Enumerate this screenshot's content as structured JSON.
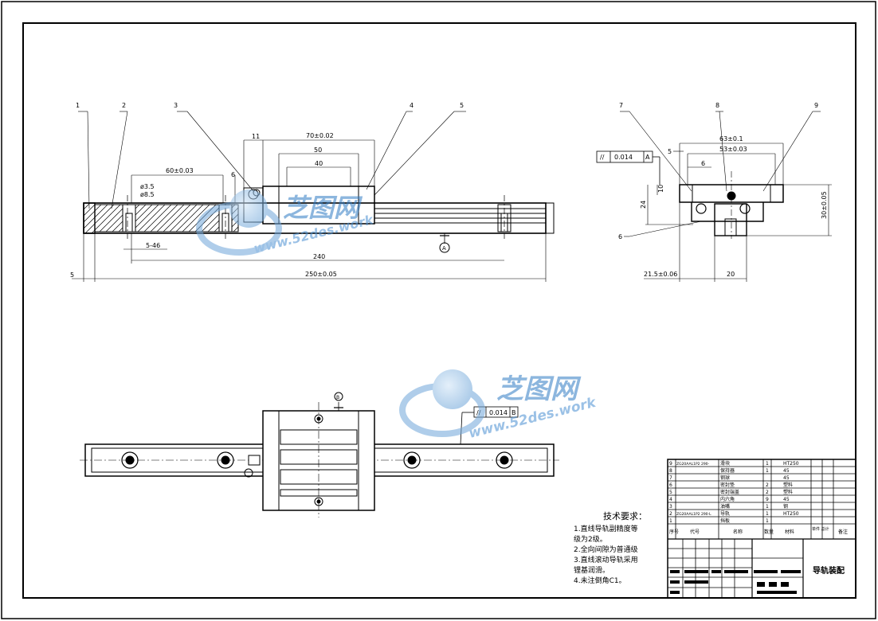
{
  "drawing": {
    "balloons": [
      "1",
      "2",
      "3",
      "4",
      "5",
      "6",
      "7",
      "8",
      "9"
    ],
    "front_view": {
      "dims": {
        "d11": "11",
        "d70": "70±0.02",
        "d50": "50",
        "d40": "40",
        "d60": "60±0.03",
        "d6": "6",
        "phi": "ø3.5",
        "phi2": "ø8.5",
        "d5_46": "5-46",
        "d240": "240",
        "d5": "5",
        "d250": "250±0.05"
      },
      "datum_a": "A"
    },
    "side_view": {
      "dims": {
        "d63": "63±0.1",
        "d53": "53±0.03",
        "d5a": "5",
        "d6a": "6",
        "d10": "10",
        "d24": "24",
        "d30": "30±0.05",
        "d21": "21.5±0.06",
        "d20": "20"
      },
      "tol_frame": {
        "sym": "//",
        "value": "0.014",
        "datum": "A"
      }
    },
    "top_view": {
      "datum_b": "B",
      "tol_frame": {
        "sym": "//",
        "value": "0.014",
        "datum": "B"
      }
    },
    "tech_req": {
      "title": "技术要求：",
      "lines": [
        "1.直线导轨副精度等",
        "级为2级。",
        "2.全向间隙为普通级",
        "3.直线滚动导轨采用",
        "锂基润滑。",
        "4.未注倒角C1。"
      ]
    },
    "bom": {
      "rows": [
        {
          "no": "9",
          "code": "ZG20AAL1P2 290-",
          "name": "滑块",
          "qty": "1",
          "mat": "HT250"
        },
        {
          "no": "8",
          "code": "",
          "name": "保持器",
          "qty": "1",
          "mat": "45"
        },
        {
          "no": "7",
          "code": "",
          "name": "钢球",
          "qty": "",
          "mat": "45"
        },
        {
          "no": "6",
          "code": "",
          "name": "密封垫",
          "qty": "2",
          "mat": "塑料"
        },
        {
          "no": "5",
          "code": "",
          "name": "密封端盖",
          "qty": "2",
          "mat": "塑料"
        },
        {
          "no": "4",
          "code": "",
          "name": "内六角",
          "qty": "9",
          "mat": "45"
        },
        {
          "no": "3",
          "code": "",
          "name": "油嘴",
          "qty": "1",
          "mat": "钢"
        },
        {
          "no": "2",
          "code": "ZG20AAL1P2 290-L",
          "name": "导轨",
          "qty": "1",
          "mat": "HT250"
        },
        {
          "no": "1",
          "code": "",
          "name": "挡板",
          "qty": "1",
          "mat": ""
        }
      ],
      "header": {
        "no": "序号",
        "code": "代号",
        "name": "名称",
        "qty": "数量",
        "mat": "材料",
        "weight": "单件 总计",
        "note": "备注"
      }
    },
    "title_block": {
      "title": "导轨装配"
    },
    "watermark": {
      "cn": "芝图网",
      "url": "www.52des.work"
    }
  }
}
